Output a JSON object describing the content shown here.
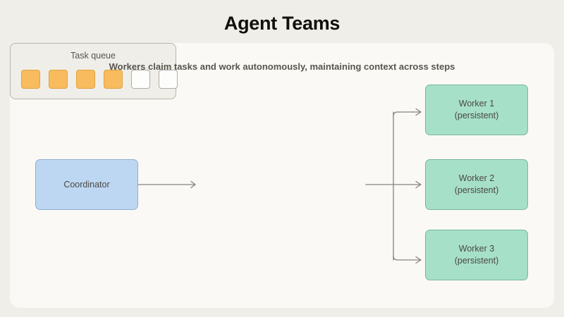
{
  "page": {
    "title": "Agent Teams",
    "subtitle": "Workers claim tasks and work autonomously, maintaining context across steps",
    "background_color": "#F0EEE8",
    "card_color": "#FAF9F5"
  },
  "diagram": {
    "type": "flow",
    "coordinator": {
      "label": "Coordinator",
      "fill": "#BDD7F2",
      "stroke": "#8FAFD0"
    },
    "queue": {
      "label": "Task queue",
      "fill": "#F0EEE8",
      "stroke": "#B8B5AC",
      "filled_color": "#F8BC5E",
      "empty_color": "#FDFDFB",
      "total_slots": 6,
      "filled_slots": 4,
      "empty_slots": 2,
      "slots": [
        "filled",
        "filled",
        "filled",
        "filled",
        "empty",
        "empty"
      ]
    },
    "workers": [
      {
        "line1": "Worker 1",
        "line2": "(persistent)",
        "fill": "#A7E0C8",
        "stroke": "#76B79C"
      },
      {
        "line1": "Worker 2",
        "line2": "(persistent)",
        "fill": "#A7E0C8",
        "stroke": "#76B79C"
      },
      {
        "line1": "Worker 3",
        "line2": "(persistent)",
        "fill": "#A7E0C8",
        "stroke": "#76B79C"
      }
    ],
    "edges": [
      {
        "from": "coordinator",
        "to": "queue"
      },
      {
        "from": "queue",
        "to": "worker-1"
      },
      {
        "from": "queue",
        "to": "worker-2"
      },
      {
        "from": "queue",
        "to": "worker-3"
      }
    ],
    "edge_color": "#86837C"
  }
}
